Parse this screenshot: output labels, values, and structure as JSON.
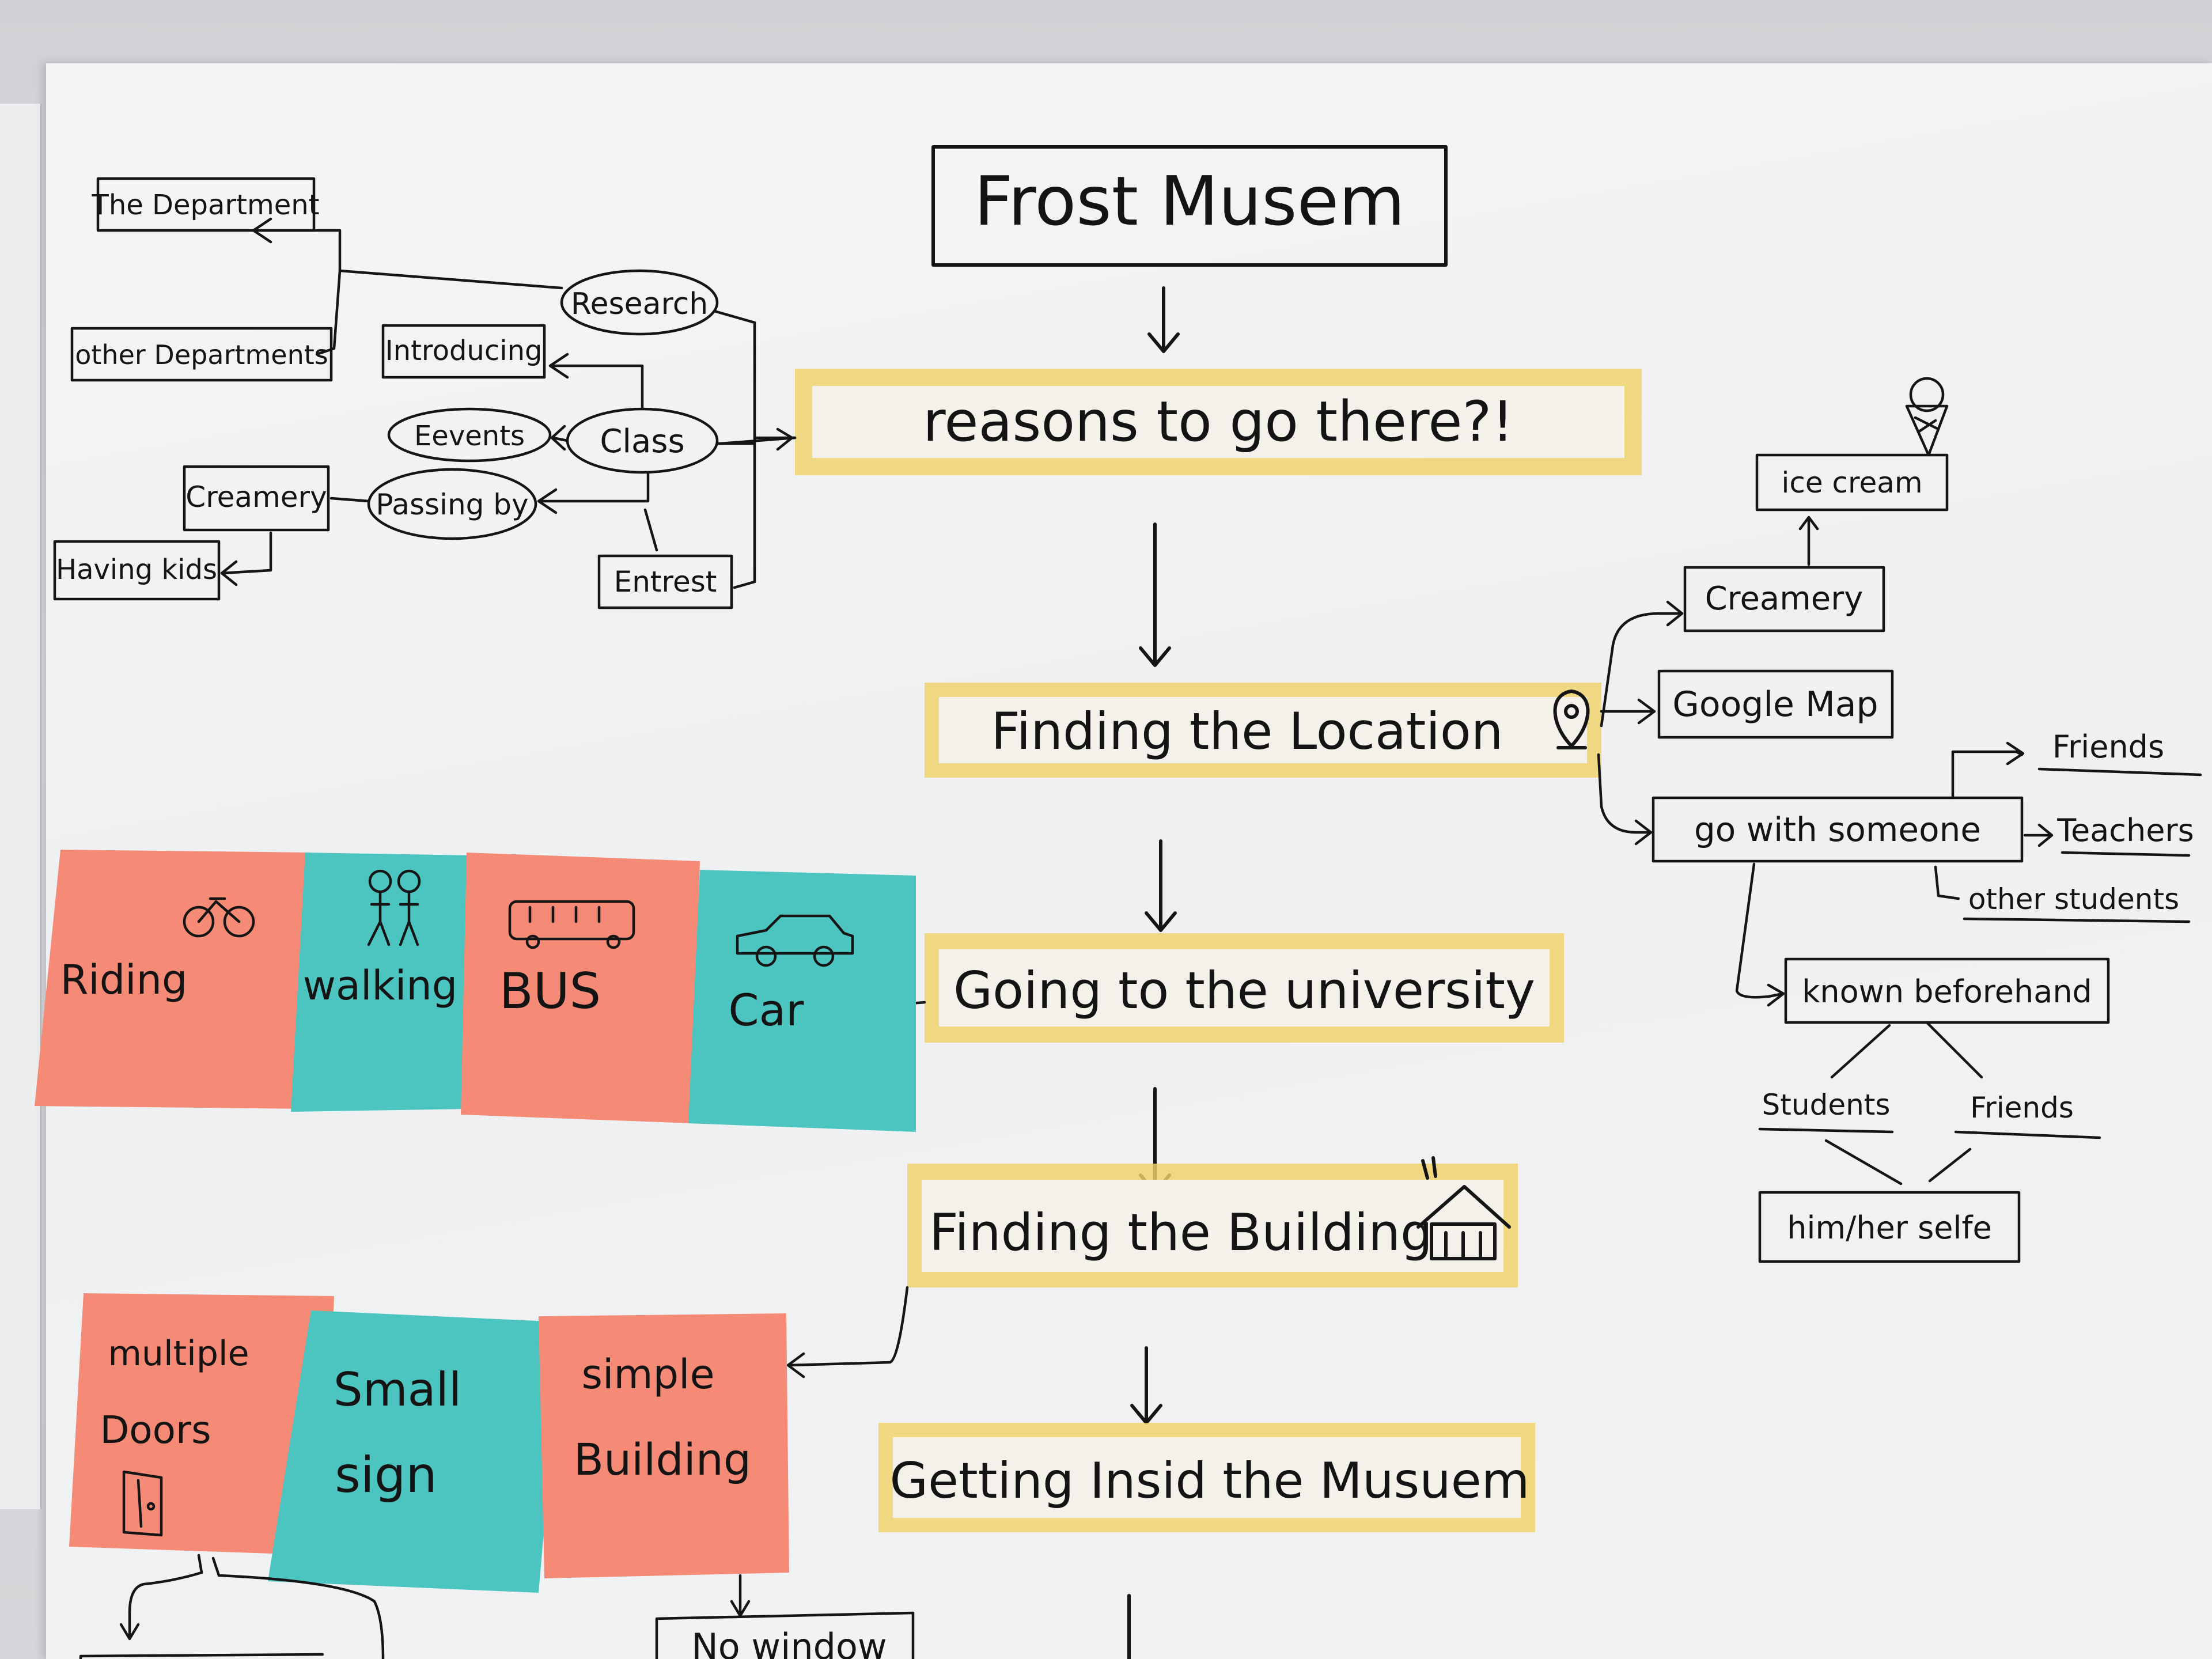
{
  "title": "Frost Musem",
  "main_flow": [
    {
      "id": "reasons",
      "label": "reasons to go there?!"
    },
    {
      "id": "location",
      "label": "Finding the Location"
    },
    {
      "id": "university",
      "label": "Going to the university"
    },
    {
      "id": "building",
      "label": "Finding the Building"
    },
    {
      "id": "inside",
      "label": "Getting Insid the Musuem"
    }
  ],
  "reasons_branch": {
    "research": "Research",
    "the_department": "The Department",
    "other_departments": "other Departments",
    "class": "Class",
    "introducing": "Introducing",
    "events": "Eevents",
    "passing_by": "Passing by",
    "creamery": "Creamery",
    "having_kids": "Having kids",
    "entrest": "Entrest"
  },
  "location_branch": {
    "ice_cream": "ice cream",
    "creamery": "Creamery",
    "google_map": "Google Map",
    "go_with_someone": "go with someone",
    "friends": "Friends",
    "teachers": "Teachers",
    "other_students": "other students",
    "known_beforehand": "known beforehand",
    "students": "Students",
    "friends2": "Friends",
    "himherself": "him/her selfe"
  },
  "transport_notes": {
    "riding": "Riding",
    "walking": "walking",
    "bus": "BUS",
    "car": "Car"
  },
  "building_notes": {
    "multiple_doors_1": "multiple",
    "multiple_doors_2": "Doors",
    "small_sign_1": "Small",
    "small_sign_2": "sign",
    "simple_building_1": "simple",
    "simple_building_2": "Building"
  },
  "bottom_fragment": "No window",
  "colors": {
    "highlight": "#f0d26a",
    "note_red": "#f58a76",
    "note_teal": "#4cc4c0",
    "ink": "#151515"
  }
}
